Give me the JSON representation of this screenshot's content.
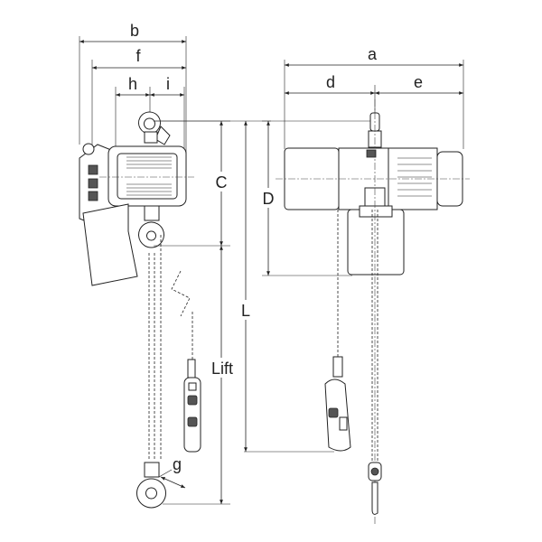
{
  "labels": {
    "b": "b",
    "f": "f",
    "h": "h",
    "i": "i",
    "a": "a",
    "d": "d",
    "e": "e",
    "C": "C",
    "D": "D",
    "L": "L",
    "Lift": "Lift",
    "g": "g"
  }
}
